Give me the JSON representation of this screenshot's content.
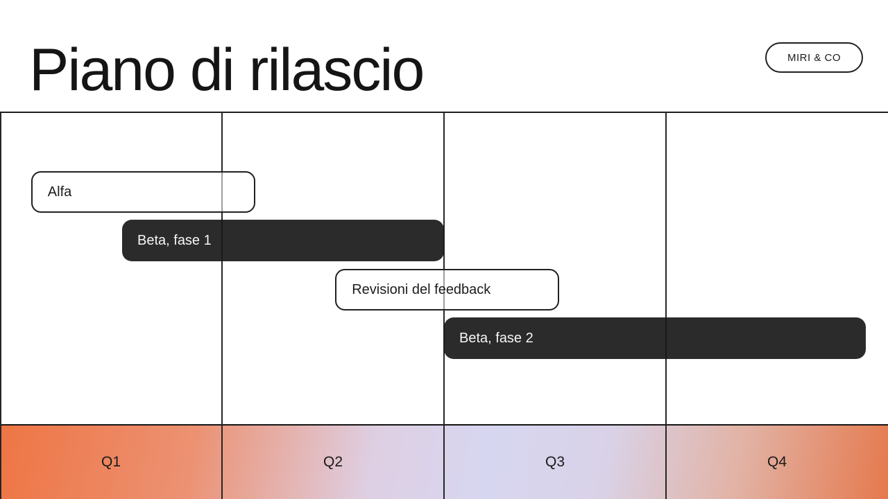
{
  "slide": {
    "title": "Piano di rilascio",
    "badge_label": "MIRI & CO"
  },
  "colors": {
    "background": "#ffffff",
    "grid_line": "#232323",
    "bar_filled": "#2f2f2f",
    "bar_filled_text": "#f6f6f6",
    "bar_outline_border": "#202020",
    "bar_outline_text": "#1c1c1c",
    "quarter_band_gradient": [
      "#ee7544",
      "#ec9273",
      "#decfe3",
      "#d7d6f0",
      "#d9d2e7",
      "#e2b2a4",
      "#e5794d"
    ],
    "quarter_label_text": "#1a1a1a"
  },
  "chart_data": {
    "type": "bar",
    "subtype": "gantt-timeline",
    "title": "Piano di rilascio",
    "categories": [
      "Q1",
      "Q2",
      "Q3",
      "Q4"
    ],
    "axis_unit": "quarter",
    "xlim": [
      0,
      4
    ],
    "gridlines": "vertical lines at each quarter boundary (Q1 start, Q2, Q3, Q4)",
    "legend": "none",
    "tasks": [
      {
        "label": "Alfa",
        "start": 0.14,
        "end": 1.15,
        "row": 0,
        "variant": "outline"
      },
      {
        "label": "Beta, fase 1",
        "start": 0.55,
        "end": 2.0,
        "row": 1,
        "variant": "filled"
      },
      {
        "label": "Revisioni del feedback",
        "start": 1.51,
        "end": 2.52,
        "row": 2,
        "variant": "outline"
      },
      {
        "label": "Beta, fase 2",
        "start": 2.0,
        "end": 3.9,
        "row": 3,
        "variant": "filled"
      }
    ]
  }
}
